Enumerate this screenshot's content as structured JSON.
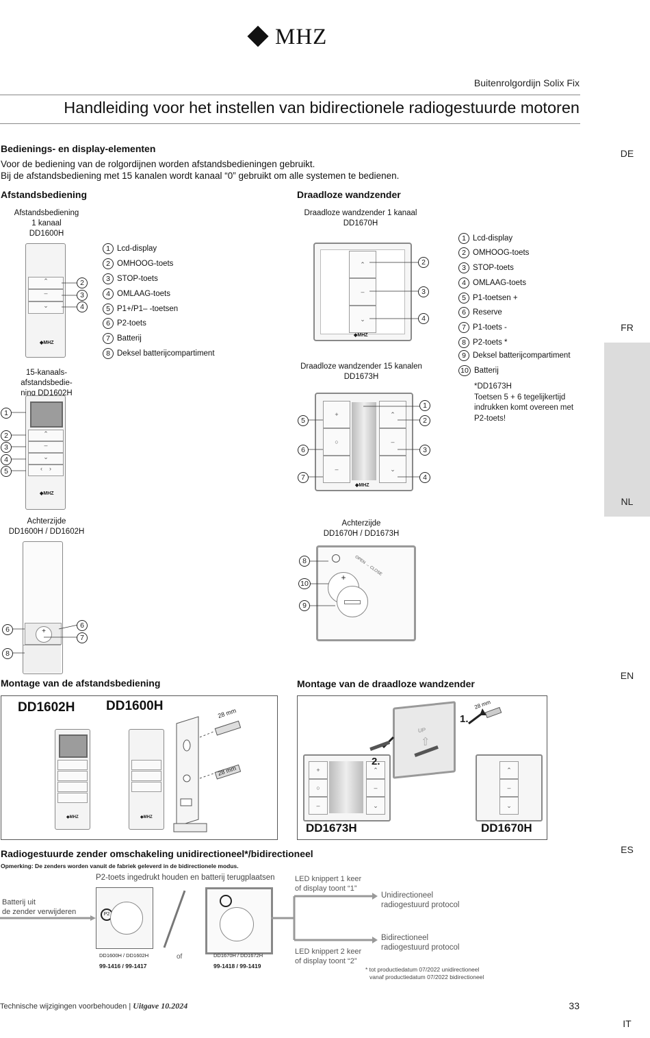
{
  "brand": "MHZ",
  "header": {
    "product": "Buitenrolgordijn Solix Fix",
    "title": "Handleiding voor het instellen van bidirectionele radiogestuurde motoren"
  },
  "side_tabs": [
    {
      "label": "DE",
      "active": false
    },
    {
      "label": "FR",
      "active": false
    },
    {
      "label": "NL",
      "active": true
    },
    {
      "label": "EN",
      "active": false
    },
    {
      "label": "ES",
      "active": false
    },
    {
      "label": "IT",
      "active": false
    }
  ],
  "section_elements": {
    "heading": "Bedienings- en display-elementen",
    "line1": "Voor de bediening van de rolgordijnen worden afstandsbedieningen gebruikt.",
    "line2": "Bij de afstandsbediening met 15 kanalen wordt kanaal “0” gebruikt om alle systemen te bedienen."
  },
  "remote": {
    "heading": "Afstandsbediening",
    "single_label_1": "Afstandsbediening",
    "single_label_2": "1 kanaal",
    "single_label_3": "DD1600H",
    "multi_label_1": "15-kanaals-afstandsbedie-",
    "multi_label_2": "ning DD1602H",
    "back_label_1": "Achterzijde",
    "back_label_2": "DD1600H / DD1602H",
    "legend": [
      {
        "n": "1",
        "text": "Lcd-display"
      },
      {
        "n": "2",
        "text": "OMHOOG-toets"
      },
      {
        "n": "3",
        "text": "STOP-toets"
      },
      {
        "n": "4",
        "text": "OMLAAG-toets"
      },
      {
        "n": "5",
        "text": "P1+/P1– -toetsen"
      },
      {
        "n": "6",
        "text": "P2-toets"
      },
      {
        "n": "7",
        "text": "Batterij"
      },
      {
        "n": "8",
        "text": "Deksel batterijcompartiment"
      }
    ]
  },
  "wall": {
    "heading": "Draadloze wandzender",
    "single_label_1": "Draadloze wandzender 1 kanaal",
    "single_label_2": "DD1670H",
    "multi_label_1": "Draadloze wandzender 15 kanalen",
    "multi_label_2": "DD1673H",
    "back_label_1": "Achterzijde",
    "back_label_2": "DD1670H / DD1673H",
    "legend": [
      {
        "n": "1",
        "text": "Lcd-display"
      },
      {
        "n": "2",
        "text": "OMHOOG-toets"
      },
      {
        "n": "3",
        "text": "STOP-toets"
      },
      {
        "n": "4",
        "text": "OMLAAG-toets"
      },
      {
        "n": "5",
        "text": "P1-toetsen +"
      },
      {
        "n": "6",
        "text": "Reserve"
      },
      {
        "n": "7",
        "text": "P1-toets -"
      },
      {
        "n": "8",
        "text": "P2-toets *"
      },
      {
        "n": "9",
        "text": "Deksel batterijcompartiment"
      },
      {
        "n": "10",
        "text": "Batterij"
      }
    ],
    "note_1": "*DD1673H",
    "note_2": "Toetsen 5 + 6 tegelijkertijd",
    "note_3": "indrukken komt overeen met",
    "note_4": "P2-toets!"
  },
  "mount_remote": {
    "heading": "Montage van de afstandsbediening",
    "code_a": "DD1602H",
    "code_b": "DD1600H",
    "dim": "28 mm"
  },
  "mount_wall": {
    "heading": "Montage van de draadloze wandzender",
    "code_a": "DD1673H",
    "code_b": "DD1670H",
    "step1": "1.",
    "step2": "2.",
    "up": "UP",
    "dim": "28 mm"
  },
  "switch": {
    "heading": "Radiogestuurde zender omschakeling unidirectioneel*/bidirectioneel",
    "note": "Opmerking: De zenders worden vanuit de fabriek geleverd in de bidirectionele modus.",
    "step_top": "P2-toets ingedrukt houden en batterij terugplaatsen",
    "battery_1": "Batterij uit",
    "battery_2": "de zender verwijderen",
    "dev_a_1": "DD1600H / DD1602H",
    "dev_a_2": "99-1416 / 99-1417",
    "or": "of",
    "dev_b_1": "DD1670H / DD1672H",
    "dev_b_2": "99-1418 / 99-1419",
    "led1_1": "LED knippert 1 keer",
    "led1_2": "of display toont “1”",
    "led2_1": "LED knippert 2 keer",
    "led2_2": "of display toont “2”",
    "uni_1": "Unidirectioneel",
    "uni_2": "radiogestuurd protocol",
    "bi_1": "Bidirectioneel",
    "bi_2": "radiogestuurd protocol",
    "foot_1": "* tot productiedatum 07/2022 unidirectioneel",
    "foot_2": "vanaf productiedatum 07/2022 bidirectioneel"
  },
  "footer": {
    "text": "Technische wijzigingen voorbehouden | ",
    "edition": "Uitgave 10.2024",
    "page": "33"
  }
}
